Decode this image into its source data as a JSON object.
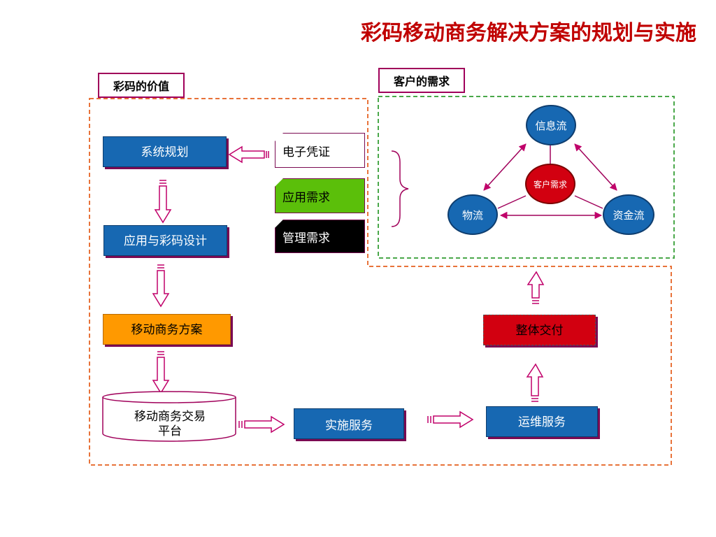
{
  "title": "彩码移动商务解决方案的规划与实施",
  "labels": {
    "value": "彩码的价值",
    "needs": "客户的需求"
  },
  "nodes": {
    "system_plan": "系统规划",
    "app_design": "应用与彩码设计",
    "mobile_solution": "移动商务方案",
    "platform_line1": "移动商务交易",
    "platform_line2": "平台",
    "implementation": "实施服务",
    "operations": "运维服务",
    "delivery": "整体交付"
  },
  "requirements": {
    "e_voucher": "电子凭证",
    "app_needs": "应用需求",
    "mgmt_needs": "管理需求"
  },
  "flows": {
    "info": "信息流",
    "customer": "客户需求",
    "logistics": "物流",
    "capital": "资金流"
  },
  "colors": {
    "title": "#c00000",
    "blue": "#1768b2",
    "orange": "#ff9900",
    "green": "#5bbf0a",
    "red": "#d20010",
    "black": "#000000",
    "orange_dash": "#e8733a",
    "green_dash": "#4aa84a",
    "arrow": "#c0006a"
  }
}
